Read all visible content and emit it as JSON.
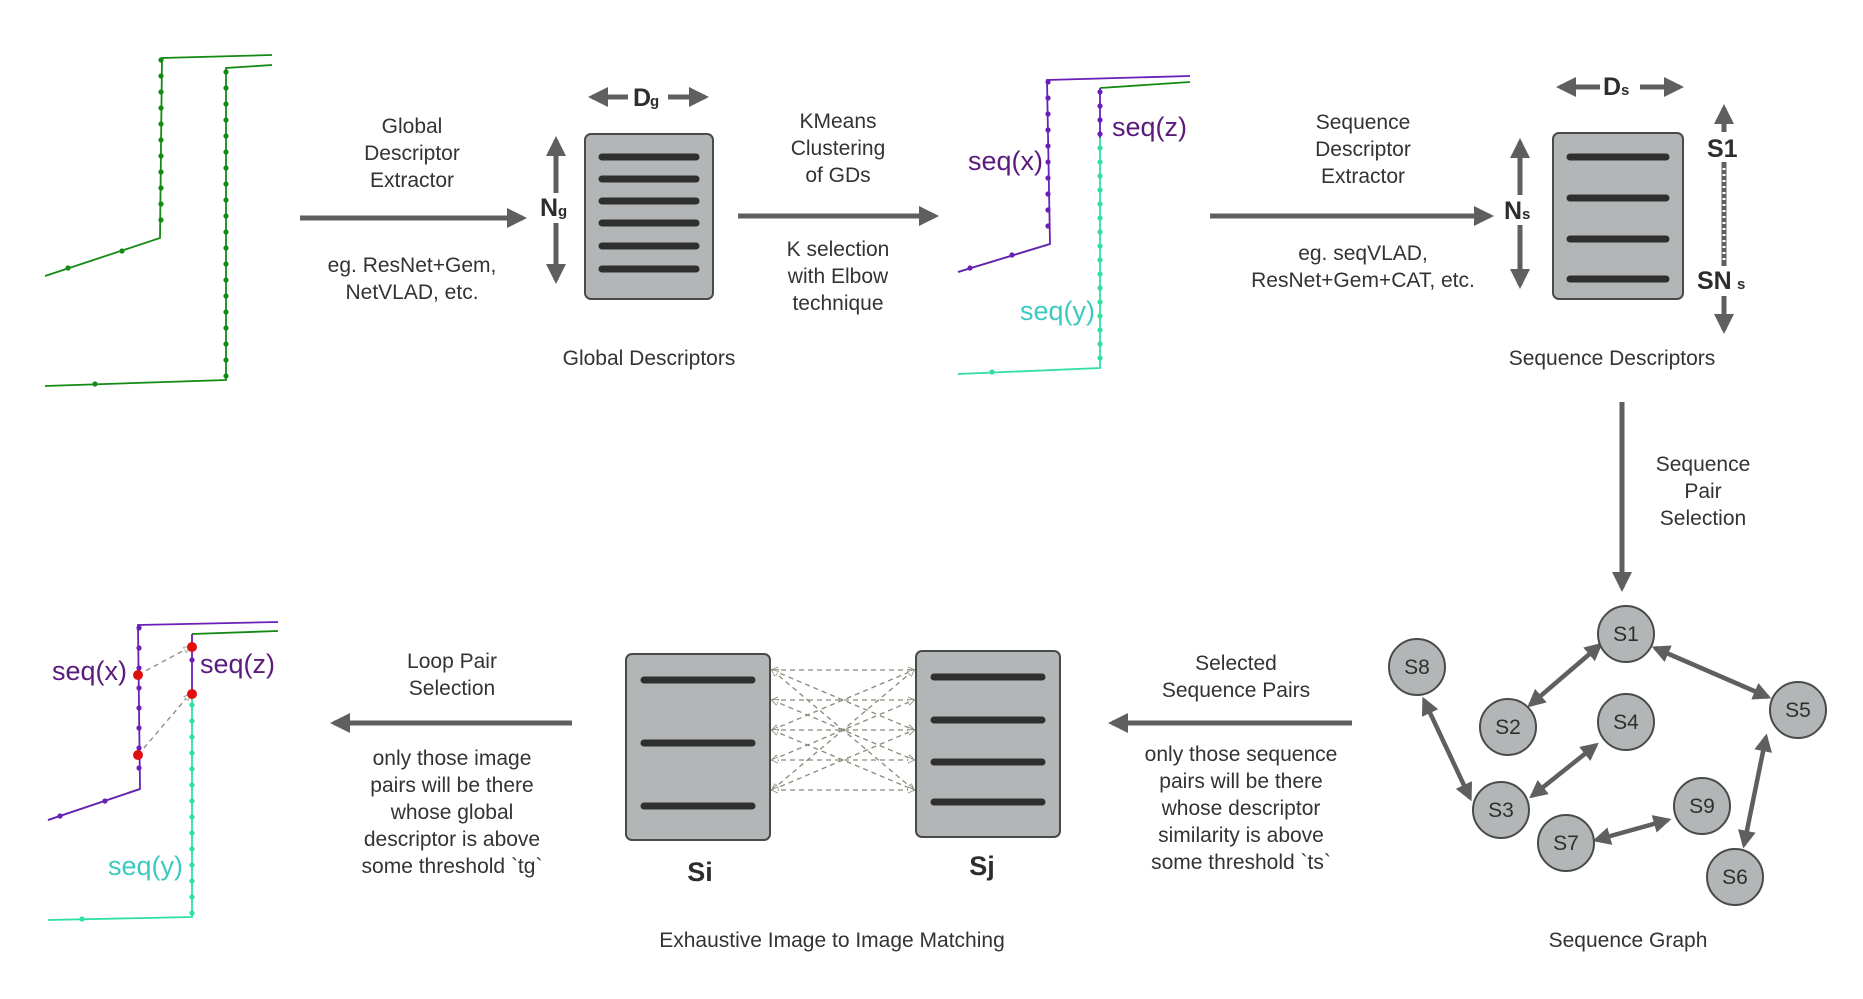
{
  "colors": {
    "arrow": "#5f5f5f",
    "box_fill": "#b3b6b7",
    "box_stroke": "#4a4a4a",
    "bar": "#2f2f2f",
    "green_track": "#138a13",
    "purple": "#6a1fb8",
    "teal": "#2fe0a0",
    "red_point": "#e01010",
    "node_fill": "#b3b6b7"
  },
  "top_row": {
    "step1": {
      "line1": "Global",
      "line2": "Descriptor",
      "line3": "Extractor",
      "ex1": "eg. ResNet+Gem,",
      "ex2": "NetVLAD, etc."
    },
    "global_descriptors": {
      "dim_label": "D",
      "dim_sub": "g",
      "count_label": "N",
      "count_sub": "g",
      "caption": "Global Descriptors"
    },
    "step2": {
      "line1": "KMeans",
      "line2": "Clustering",
      "line3": "of GDs",
      "ex1": "K selection",
      "ex2": "with Elbow",
      "ex3": "technique"
    },
    "clusters": {
      "seq_x": "seq(x)",
      "seq_z": "seq(z)",
      "seq_y": "seq(y)"
    },
    "step3": {
      "line1": "Sequence",
      "line2": "Descriptor",
      "line3": "Extractor",
      "ex1": "eg. seqVLAD,",
      "ex2": "ResNet+Gem+CAT, etc."
    },
    "sequence_descriptors": {
      "dim_label": "D",
      "dim_sub": "s",
      "count_label": "N",
      "count_sub": "s",
      "first": "S1",
      "last_main": "SN",
      "last_sub": "s",
      "caption": "Sequence Descriptors"
    }
  },
  "right_col": {
    "step4": {
      "line1": "Sequence",
      "line2": "Pair",
      "line3": "Selection"
    }
  },
  "bottom_row": {
    "graph": {
      "nodes": [
        "S1",
        "S2",
        "S3",
        "S4",
        "S5",
        "S6",
        "S7",
        "S8",
        "S9"
      ],
      "caption": "Sequence Graph"
    },
    "step5": {
      "line1": "Selected",
      "line2": "Sequence Pairs",
      "d1": "only those sequence",
      "d2": "pairs will be there",
      "d3": "whose descriptor",
      "d4": "similarity is above",
      "d5": "some threshold `ts`"
    },
    "matching": {
      "left": "Si",
      "right": "Sj",
      "caption": "Exhaustive Image to Image Matching"
    },
    "step6": {
      "line1": "Loop Pair",
      "line2": "Selection",
      "d1": "only those image",
      "d2": "pairs will be there",
      "d3": "whose global",
      "d4": "descriptor is above",
      "d5": "some threshold `tg`"
    },
    "loops": {
      "seq_x": "seq(x)",
      "seq_z": "seq(z)",
      "seq_y": "seq(y)"
    }
  }
}
